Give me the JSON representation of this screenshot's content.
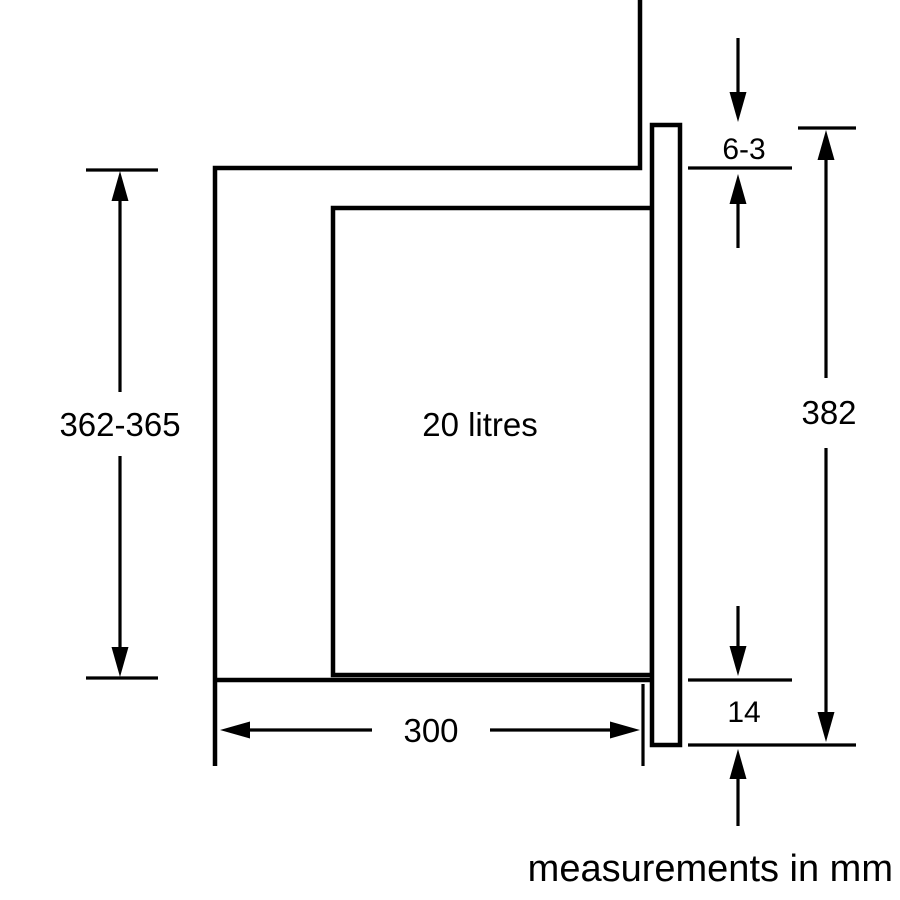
{
  "diagram": {
    "capacity_label": "20 litres",
    "dimensions": {
      "niche_height": "362-365",
      "niche_depth": "300",
      "top_gap": "6-3",
      "appliance_front_height": "382",
      "bottom_gap": "14"
    },
    "footer_note": "measurements in mm",
    "colors": {
      "line": "#000000",
      "background": "#ffffff"
    }
  }
}
